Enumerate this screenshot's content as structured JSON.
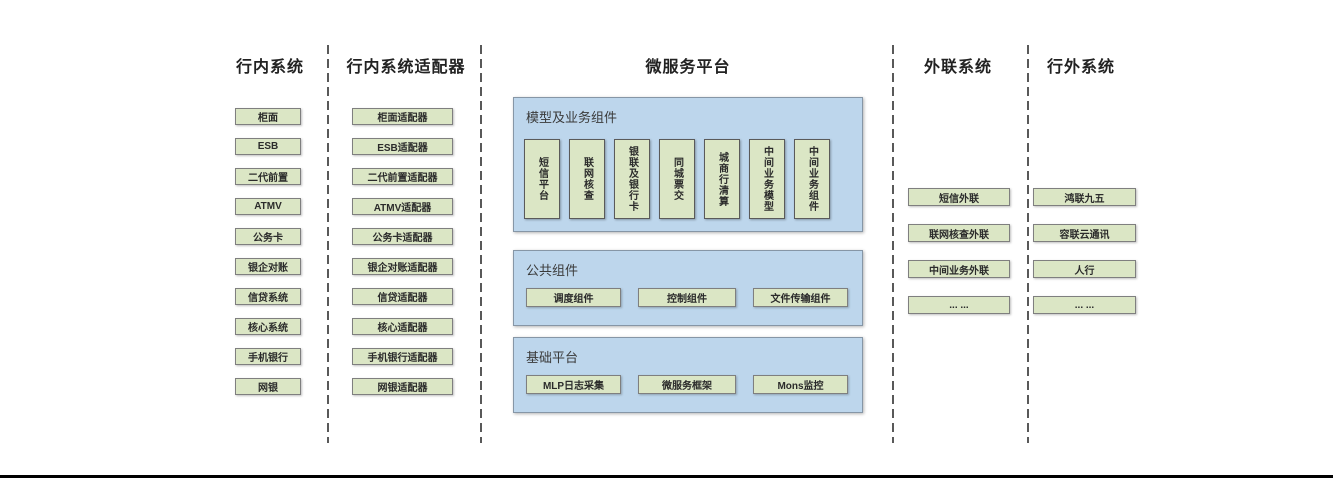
{
  "diagram": {
    "columns": [
      {
        "title": "行内系统",
        "items": [
          "柜面",
          "ESB",
          "二代前置",
          "ATMV",
          "公务卡",
          "银企对账",
          "信贷系统",
          "核心系统",
          "手机银行",
          "网银"
        ]
      },
      {
        "title": "行内系统适配器",
        "items": [
          "柜面适配器",
          "ESB适配器",
          "二代前置适配器",
          "ATMV适配器",
          "公务卡适配器",
          "银企对账适配器",
          "信贷适配器",
          "核心适配器",
          "手机银行适配器",
          "网银适配器"
        ]
      },
      {
        "title": "微服务平台",
        "panels": [
          {
            "label": "模型及业务组件",
            "items": [
              "短信平台",
              "联网核查",
              "银联及银行卡",
              "同城票交",
              "城商行清算",
              "中间业务模型",
              "中间业务组件"
            ]
          },
          {
            "label": "公共组件",
            "items": [
              "调度组件",
              "控制组件",
              "文件传输组件"
            ]
          },
          {
            "label": "基础平台",
            "items": [
              "MLP日志采集",
              "微服务框架",
              "Mons监控"
            ]
          }
        ]
      },
      {
        "title": "外联系统",
        "items": [
          "短信外联",
          "联网核查外联",
          "中间业务外联",
          "... ..."
        ]
      },
      {
        "title": "行外系统",
        "items": [
          "鸿联九五",
          "容联云通讯",
          "人行",
          "... ..."
        ]
      }
    ],
    "colors": {
      "box_fill": "#dbe6c5",
      "box_border": "#7f7f7f",
      "panel_fill": "#bdd6ec",
      "panel_border": "#8696a6",
      "divider": "#595959",
      "bottom_rule": "#000000"
    }
  }
}
